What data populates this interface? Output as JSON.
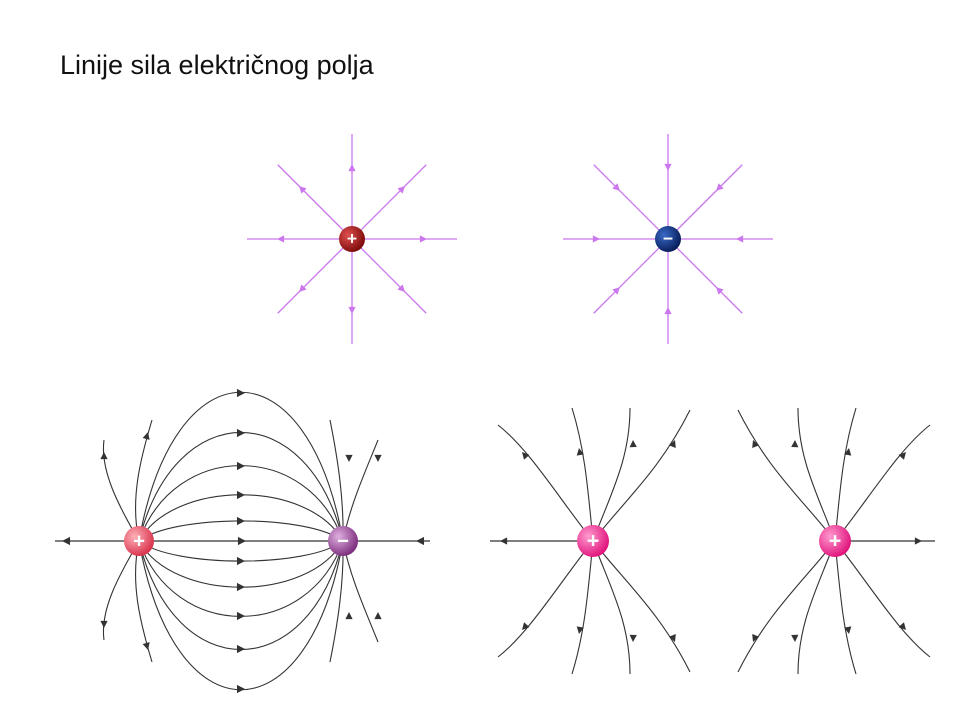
{
  "title": "Linije sila električnog polja",
  "colors": {
    "radial_line": "#cc77ee",
    "field_line": "#333333",
    "pos_single": "#a01010",
    "neg_single": "#0a2a7a",
    "pos_dipole": "#e85060",
    "neg_dipole": "#9a4a9a",
    "pos_pair": "#f02a8a"
  },
  "diagrams": [
    {
      "name": "single-positive-charge",
      "charge": "+",
      "field_direction": "outward",
      "line_count": 8
    },
    {
      "name": "single-negative-charge",
      "charge": "−",
      "field_direction": "inward",
      "line_count": 8
    },
    {
      "name": "dipole",
      "charges": [
        "+",
        "−"
      ],
      "field_direction": "from positive to negative"
    },
    {
      "name": "two-positive-charges",
      "charges": [
        "+",
        "+"
      ],
      "field_direction": "outward, repelling"
    }
  ]
}
